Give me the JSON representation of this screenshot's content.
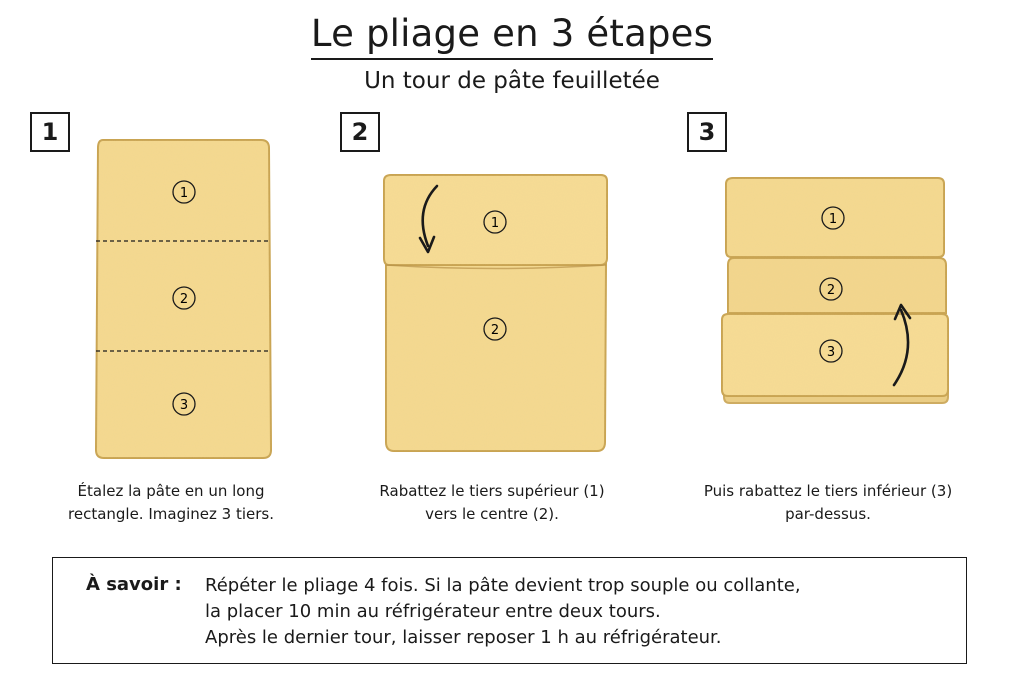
{
  "header": {
    "title": "Le pliage en 3 étapes",
    "subtitle": "Un tour de pâte feuilletée"
  },
  "steps": [
    {
      "number": "1",
      "caption_lines": [
        "Étalez la pâte en un long",
        "rectangle. Imaginez 3 tiers."
      ],
      "thirds": [
        "1",
        "2",
        "3"
      ]
    },
    {
      "number": "2",
      "caption_lines": [
        "Rabattez le tiers supérieur (1)",
        "vers le centre (2)."
      ],
      "thirds": [
        "1",
        "2"
      ]
    },
    {
      "number": "3",
      "caption_lines": [
        "Puis rabattez le tiers inférieur (3)",
        "par-dessus."
      ],
      "thirds": [
        "1",
        "2",
        "3"
      ]
    }
  ],
  "note": {
    "label": "À savoir :",
    "lines": [
      "Répéter le pliage 4 fois. Si la pâte devient trop souple ou collante,",
      "la placer 10 min au réfrigérateur entre deux tours.",
      "Après le dernier tour, laisser reposer 1 h au réfrigérateur."
    ]
  },
  "colors": {
    "dough": "#f5d98f",
    "dough_edge": "#c9a452",
    "ink": "#1a1a1a"
  }
}
